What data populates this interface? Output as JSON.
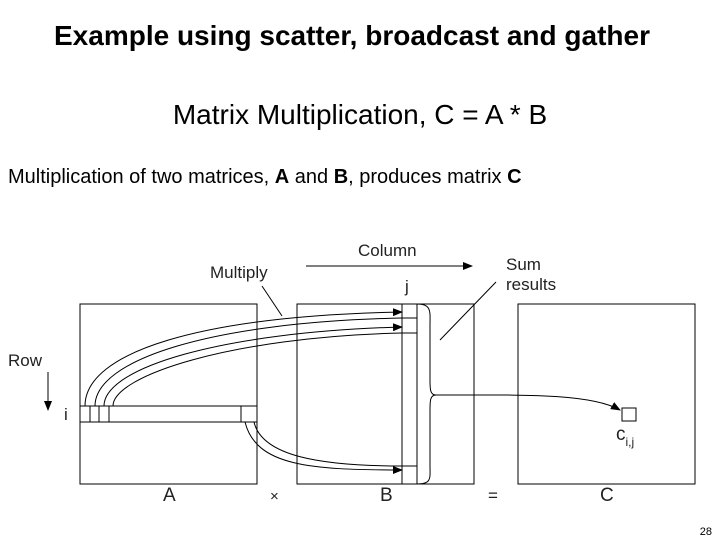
{
  "header": {
    "title": "Example using scatter, broadcast and gather",
    "subtitle": "Matrix Multiplication, C = A * B"
  },
  "description": {
    "text_1": "Multiplication of two matrices, ",
    "a": "A",
    "text_2": " and ",
    "b": "B",
    "text_3": ", produces matrix ",
    "c": "C"
  },
  "diagram": {
    "labels": {
      "multiply": "Multiply",
      "column": "Column",
      "j": "j",
      "sum_line1": "Sum",
      "sum_line2": "results",
      "row": "Row",
      "i": "i",
      "c": "c",
      "c_subscript": "i,j",
      "matrix_a": "A",
      "times": "×",
      "matrix_b": "B",
      "equals": "=",
      "matrix_c": "C"
    }
  },
  "footer": {
    "page_number": "28"
  }
}
